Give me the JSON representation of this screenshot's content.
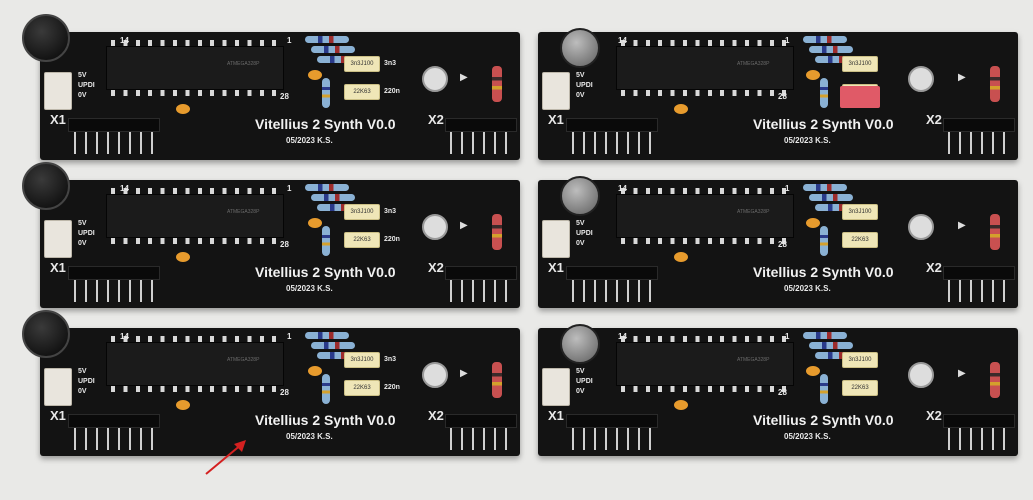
{
  "board_texts": {
    "title": "Vitellius 2 Synth V0.0",
    "date": "05/2023 K.S.",
    "x1": "X1",
    "x2": "X2",
    "pin1": "1",
    "pin14": "14",
    "pin28": "28",
    "p5v": "5V",
    "pupdi": "UPDI",
    "p0v": "0V"
  },
  "components": {
    "cap_label_1": "3n3J100",
    "cap_label_2": "22K63",
    "val_3n3": "3n3",
    "val_220n": "220n",
    "chip_text": "ATMEGA328P"
  },
  "colors": {
    "pcb": "#131313",
    "silkscreen": "#f1f1f1",
    "background": "#e9e9e7",
    "annotation_arrow": "#d42020"
  }
}
